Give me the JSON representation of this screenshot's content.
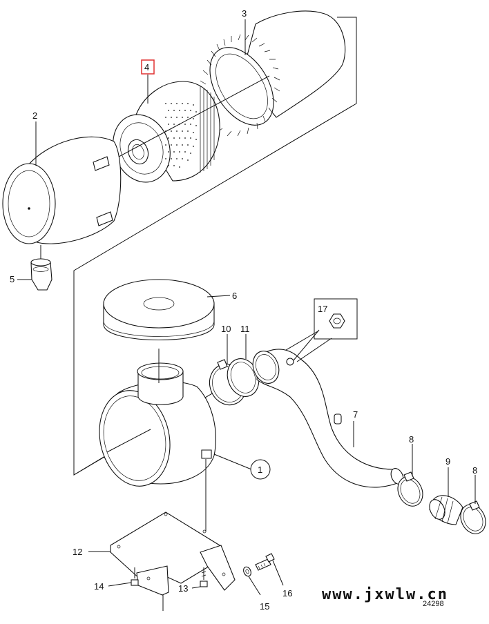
{
  "callouts": {
    "p1": "1",
    "p2": "2",
    "p3": "3",
    "p4": "4",
    "p5": "5",
    "p6": "6",
    "p7": "7",
    "p8a": "8",
    "p8b": "8",
    "p9": "9",
    "p10": "10",
    "p11": "11",
    "p12": "12",
    "p13": "13",
    "p14": "14",
    "p15": "15",
    "p16": "16",
    "p17": "17"
  },
  "highlighted_callout": "4",
  "highlight_color": "#e03030",
  "watermark": "www.jxwlw.cn",
  "figure_number": "24298"
}
